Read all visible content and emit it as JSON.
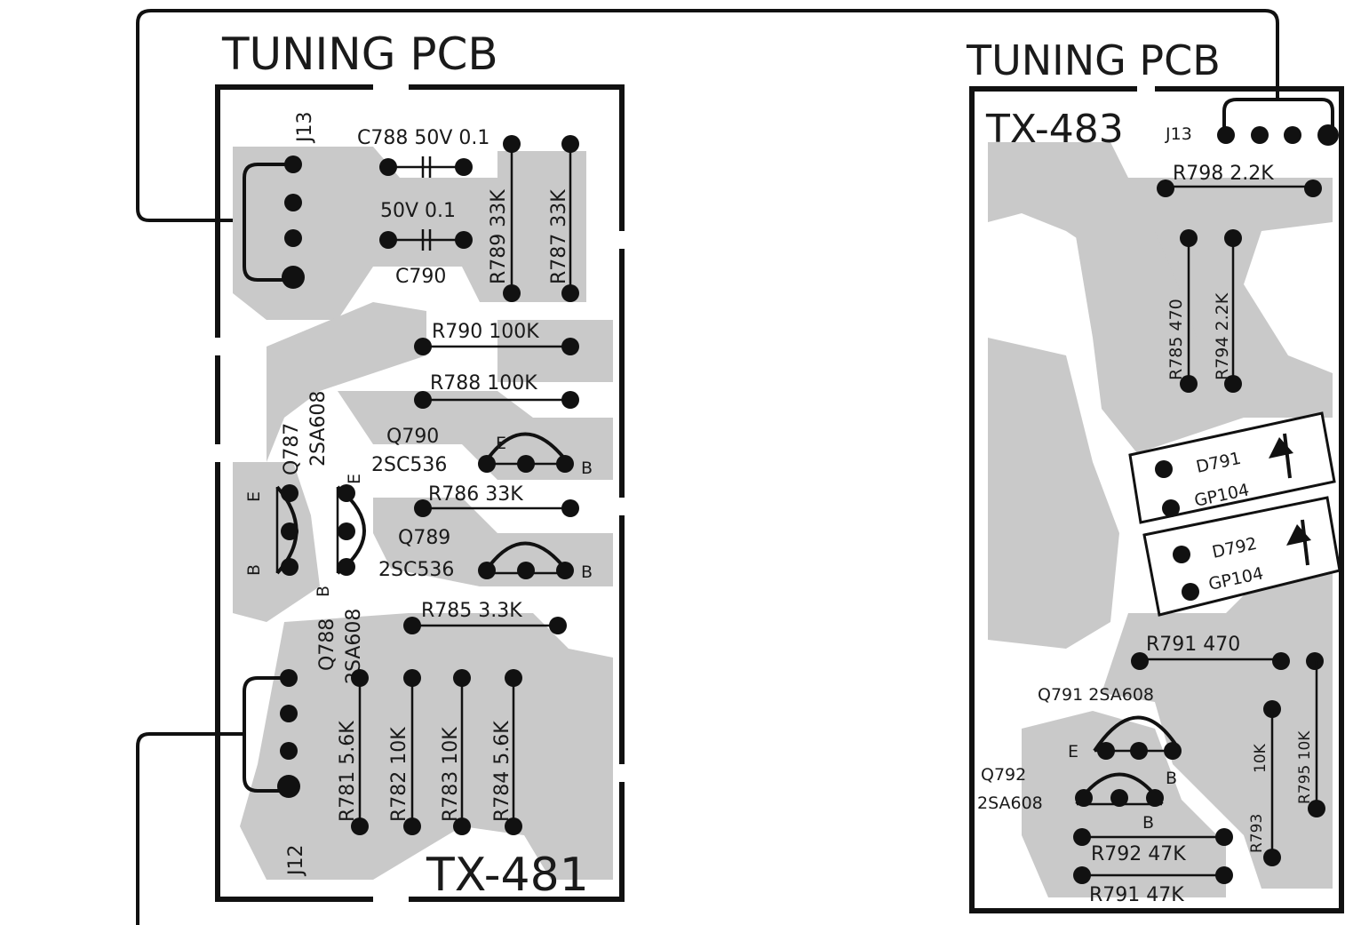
{
  "left_board": {
    "title": "TUNING  PCB",
    "board_id": "TX-481",
    "connectors": {
      "top": "J13",
      "bottom": "J12"
    },
    "components": {
      "c788": "C788 50V 0.1",
      "c790_rating": "50V 0.1",
      "c790": "C790",
      "r789": "R789  33K",
      "r787": "R787  33K",
      "r790": "R790 100K",
      "r788": "R788 100K",
      "q790_name": "Q790",
      "q790_type": "2SC536",
      "r786": "R786  33K",
      "q789_name": "Q789",
      "q789_type": "2SC536",
      "r785": "R785 3.3K",
      "q787_name": "Q787",
      "q787_type": "2SA608",
      "q788_name": "Q788",
      "q788_type": "2SA608",
      "r781": "R781  5.6K",
      "r782": "R782 10K",
      "r783": "R783 10K",
      "r784": "R784  5.6K"
    },
    "pin_labels": {
      "e": "E",
      "b": "B"
    }
  },
  "right_board": {
    "title": "TUNING  PCB",
    "board_id": "TX-483",
    "connectors": {
      "top": "J13"
    },
    "components": {
      "r798": "R798 2.2K",
      "r785": "R785  470",
      "r794": "R794  2.2K",
      "d791_name": "D791",
      "d791_type": "GP104",
      "d792_name": "D792",
      "d792_type": "GP104",
      "r791_top": "R791  470",
      "q791": "Q791 2SA608",
      "q792_name": "Q792",
      "q792_type": "2SA608",
      "r793": "R793",
      "r795": "R795 10K",
      "r_10k": "10K",
      "r792": "R792  47K",
      "r791_bottom": "R791  47K"
    },
    "pin_labels": {
      "e": "E",
      "b": "B"
    }
  }
}
